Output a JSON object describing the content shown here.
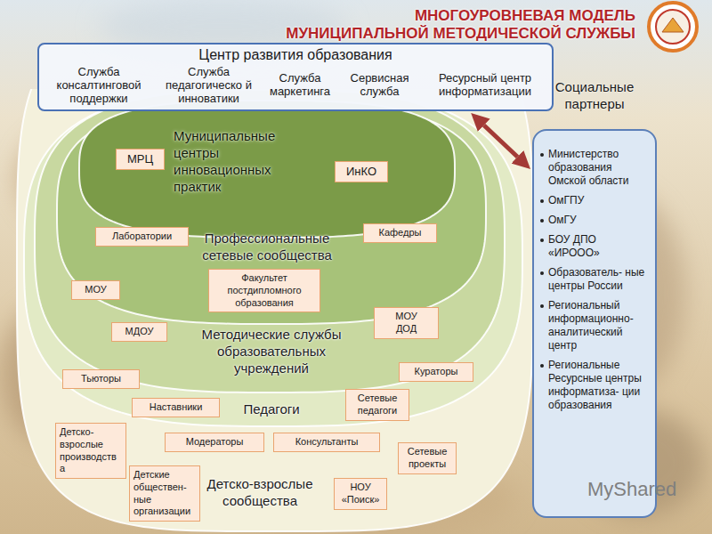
{
  "diagram": {
    "title": "МНОГОУРОВНЕВАЯ МОДЕЛЬ МУНИЦИПАЛЬНОЙ МЕТОДИЧЕСКОЙ СЛУЖБЫ",
    "nodes": [
      {
        "text": [
          "Центр развития образования",
          "Служба консалтинговой поддержки",
          "Служба педагогическо й инноватики",
          "Служба маркетинга",
          "Сервисная служба",
          "Ресурсный центр информатизации"
        ]
      },
      {
        "text": [
          "Детско-взрослые сообщества"
        ]
      },
      {
        "text": [
          "Педагоги"
        ],
        "in": 1
      },
      {
        "text": [
          "Методические службы образовательных учреждений"
        ],
        "in": 2
      },
      {
        "text": [
          "Профессиональные сетевые сообщества"
        ],
        "in": 3
      },
      {
        "text": [
          "Муниципальные центры инновационных практик"
        ],
        "in": 4
      },
      {
        "text": [
          "МРЦ"
        ],
        "in": 5
      },
      {
        "text": [
          "ИнКО"
        ],
        "in": 5
      },
      {
        "text": [
          "Лаборатории"
        ],
        "in": 4
      },
      {
        "text": [
          "Кафедры"
        ],
        "in": 4
      },
      {
        "text": [
          "Факультет постдипломного образования"
        ],
        "in": 4
      },
      {
        "text": [
          "МОУ"
        ],
        "in": 3
      },
      {
        "text": [
          "МДОУ"
        ],
        "in": 3
      },
      {
        "text": [
          "МОУ ДОД"
        ],
        "in": 3
      },
      {
        "text": [
          "Тьюторы"
        ],
        "in": 2
      },
      {
        "text": [
          "Кураторы"
        ],
        "in": 2
      },
      {
        "text": [
          "Наставники"
        ],
        "in": 2
      },
      {
        "text": [
          "Сетевые педагоги"
        ],
        "in": 2
      },
      {
        "text": [
          "Детско- взрослые производств а"
        ],
        "in": 1
      },
      {
        "text": [
          "Модераторы"
        ],
        "in": 1
      },
      {
        "text": [
          "Консультанты"
        ],
        "in": 1
      },
      {
        "text": [
          "Сетевые проекты"
        ],
        "in": 1
      },
      {
        "text": [
          "Детские обществен- ные организации"
        ],
        "in": 1
      },
      {
        "text": [
          "НОУ «Поиск»"
        ],
        "in": 1
      },
      {
        "text": [
          "Социальные партнеры",
          "Министерство образования Омской области",
          "ОмГПУ",
          "ОмГУ",
          "БОУ ДПО «ИРООО»",
          "Образователь- ные центры России",
          "Региональный информационно- аналитический центр",
          "Региональные Ресурсные центры информатиза- ции образования"
        ]
      }
    ],
    "edges": [
      {
        "from": 0,
        "to": 24,
        "arrow": "both"
      }
    ],
    "labels": [
      "MyShared"
    ]
  }
}
